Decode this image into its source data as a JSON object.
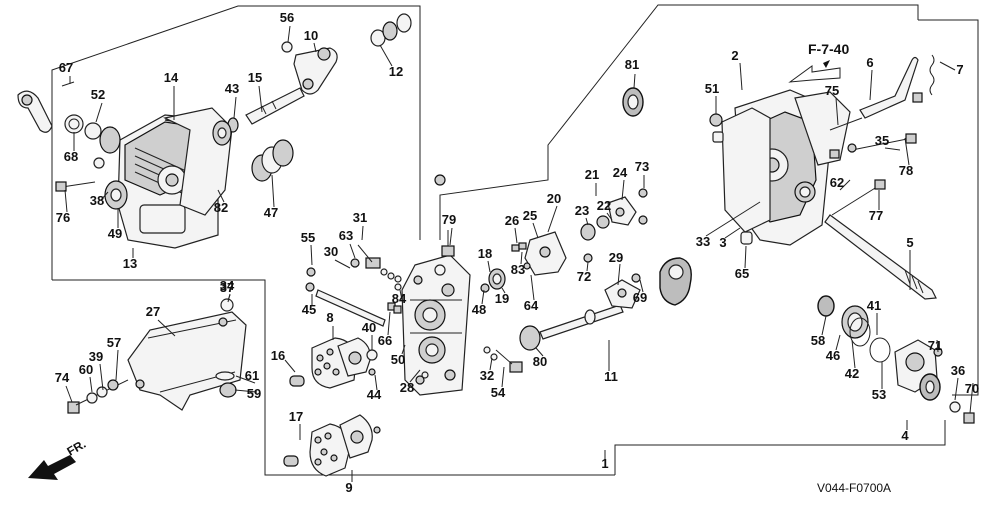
{
  "diagram": {
    "ref_label": "F-7-40",
    "drawing_code": "V044-F0700A",
    "direction_label": "FR.",
    "callouts": [
      "1",
      "2",
      "3",
      "4",
      "5",
      "6",
      "7",
      "8",
      "9",
      "10",
      "11",
      "12",
      "13",
      "14",
      "15",
      "16",
      "17",
      "18",
      "19",
      "20",
      "21",
      "22",
      "23",
      "24",
      "25",
      "26",
      "27",
      "28",
      "29",
      "30",
      "31",
      "32",
      "33",
      "34",
      "35",
      "36",
      "37",
      "38",
      "39",
      "40",
      "41",
      "42",
      "43",
      "44",
      "45",
      "46",
      "47",
      "48",
      "49",
      "50",
      "51",
      "52",
      "53",
      "54",
      "55",
      "56",
      "57",
      "58",
      "59",
      "60",
      "61",
      "62",
      "63",
      "64",
      "65",
      "66",
      "67",
      "68",
      "69",
      "70",
      "71",
      "72",
      "73",
      "74",
      "75",
      "76",
      "77",
      "78",
      "79",
      "80",
      "81",
      "82",
      "83",
      "84"
    ],
    "colors": {
      "ink": "#111111",
      "paper": "#ffffff",
      "shade": "#cfcfcf"
    }
  }
}
